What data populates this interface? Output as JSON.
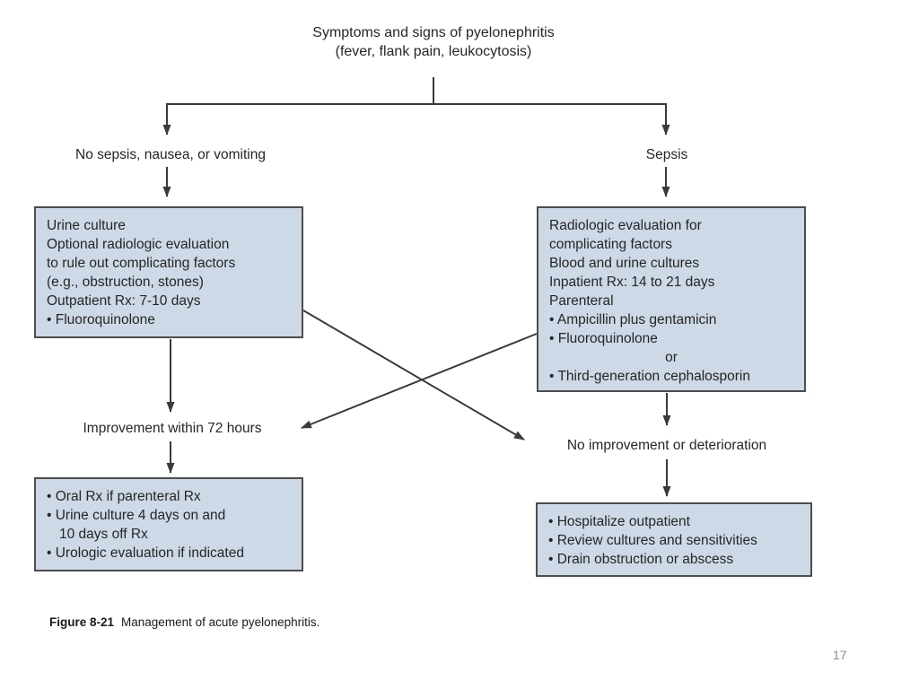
{
  "page": {
    "number": "17"
  },
  "figure": {
    "caption_label": "Figure 8-21",
    "caption_text": "Management of acute pyelonephritis."
  },
  "flowchart": {
    "title_line1": "Symptoms and signs of pyelonephritis",
    "title_line2": "(fever, flank pain, leukocytosis)",
    "left_branch_label": "No sepsis, nausea, or vomiting",
    "right_branch_label": "Sepsis",
    "left_treatment_box": {
      "lines": [
        "Urine culture",
        "Optional radiologic evaluation",
        "to rule out complicating factors",
        "(e.g., obstruction, stones)",
        "Outpatient Rx: 7-10 days",
        "• Fluoroquinolone"
      ]
    },
    "right_treatment_box": {
      "lines": [
        "Radiologic evaluation for",
        "complicating factors",
        "Blood and urine cultures",
        "Inpatient Rx: 14 to 21 days",
        "Parenteral",
        "• Ampicillin plus gentamicin",
        "• Fluoroquinolone",
        "or",
        "• Third-generation cephalosporin"
      ]
    },
    "left_outcome_label": "Improvement within 72 hours",
    "right_outcome_label": "No improvement or deterioration",
    "left_followup_box": {
      "lines": [
        "• Oral Rx if parenteral Rx",
        "• Urine culture 4 days on and",
        "10 days off Rx",
        "• Urologic evaluation if indicated"
      ]
    },
    "right_followup_box": {
      "lines": [
        "• Hospitalize outpatient",
        "• Review cultures and sensitivities",
        "• Drain obstruction or abscess"
      ]
    }
  },
  "colors": {
    "box_fill": "#cdd9e6",
    "box_border": "#4d4d4d",
    "line_color": "#3a3a3a",
    "text_color": "#262626",
    "page_number_color": "#8c8c8c"
  }
}
